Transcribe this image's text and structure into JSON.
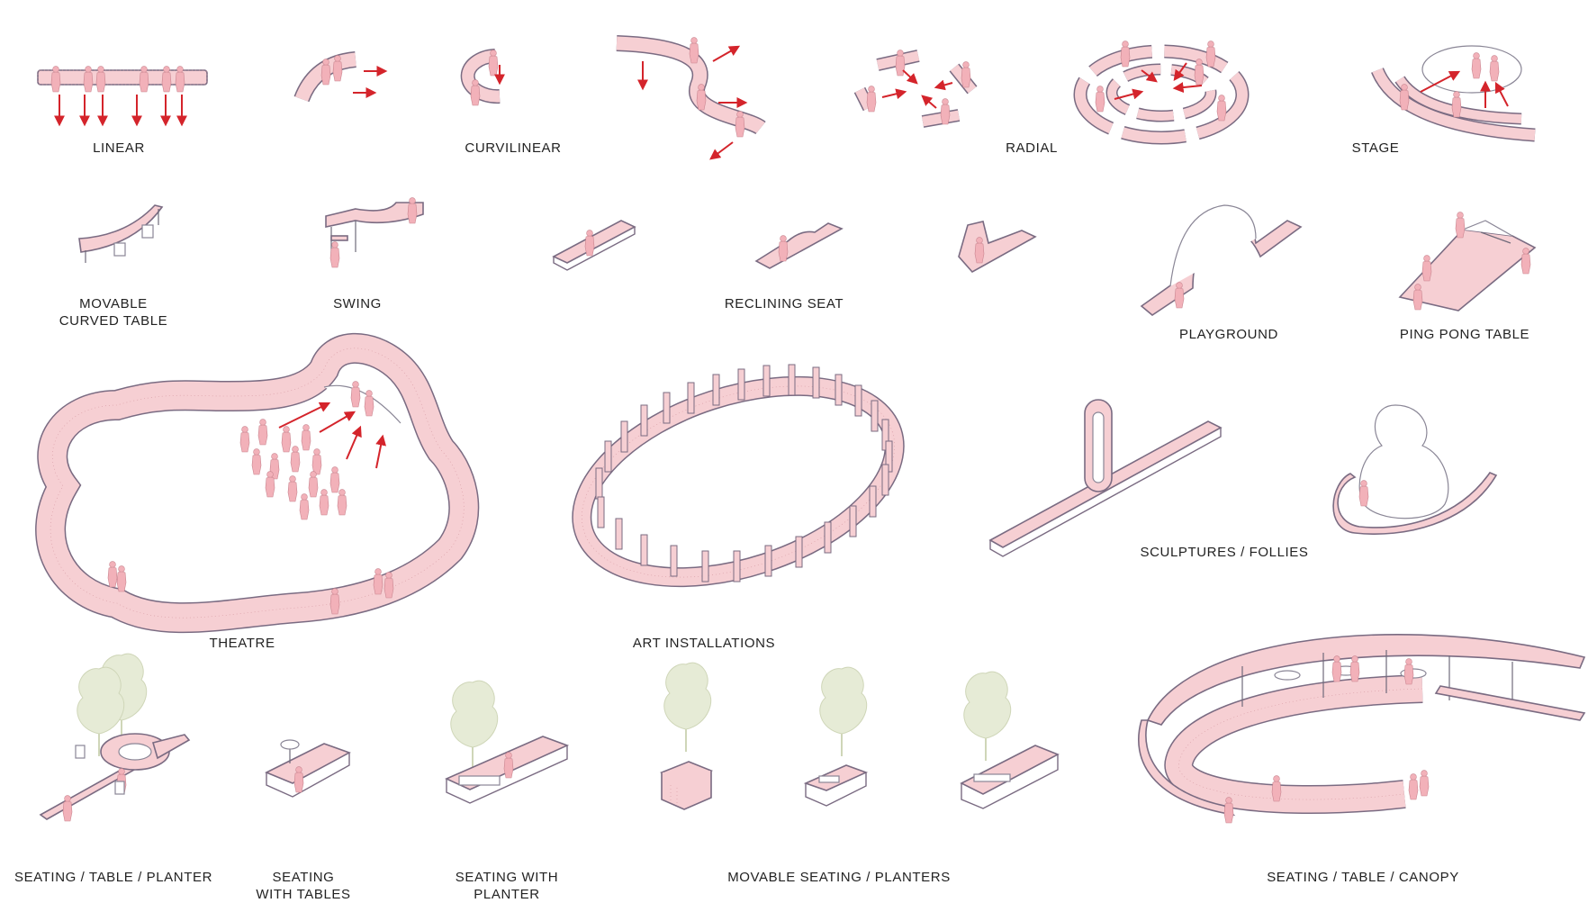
{
  "labels": {
    "linear": "LINEAR",
    "curvilinear": "CURVILINEAR",
    "radial": "RADIAL",
    "stage": "STAGE",
    "movable_curved_table_1": "MOVABLE",
    "movable_curved_table_2": "CURVED TABLE",
    "swing": "SWING",
    "reclining_seat": "RECLINING SEAT",
    "playground": "PLAYGROUND",
    "ping_pong_table": "PING PONG TABLE",
    "theatre": "THEATRE",
    "art_installations": "ART INSTALLATIONS",
    "sculptures_follies": "SCULPTURES / FOLLIES",
    "seating_table_planter": "SEATING / TABLE / PLANTER",
    "seating_with_tables_1": "SEATING",
    "seating_with_tables_2": "WITH TABLES",
    "seating_with_planter_1": "SEATING WITH",
    "seating_with_planter_2": "PLANTER",
    "movable_seating_planters": "MOVABLE SEATING / PLANTERS",
    "seating_table_canopy": "SEATING / TABLE / CANOPY"
  },
  "colors": {
    "bench_fill": "#f6cfd3",
    "bench_outline": "#7a6b82",
    "arrow": "#d4242b",
    "person": "#f2b1b9",
    "tree": "#e6ebd6"
  }
}
